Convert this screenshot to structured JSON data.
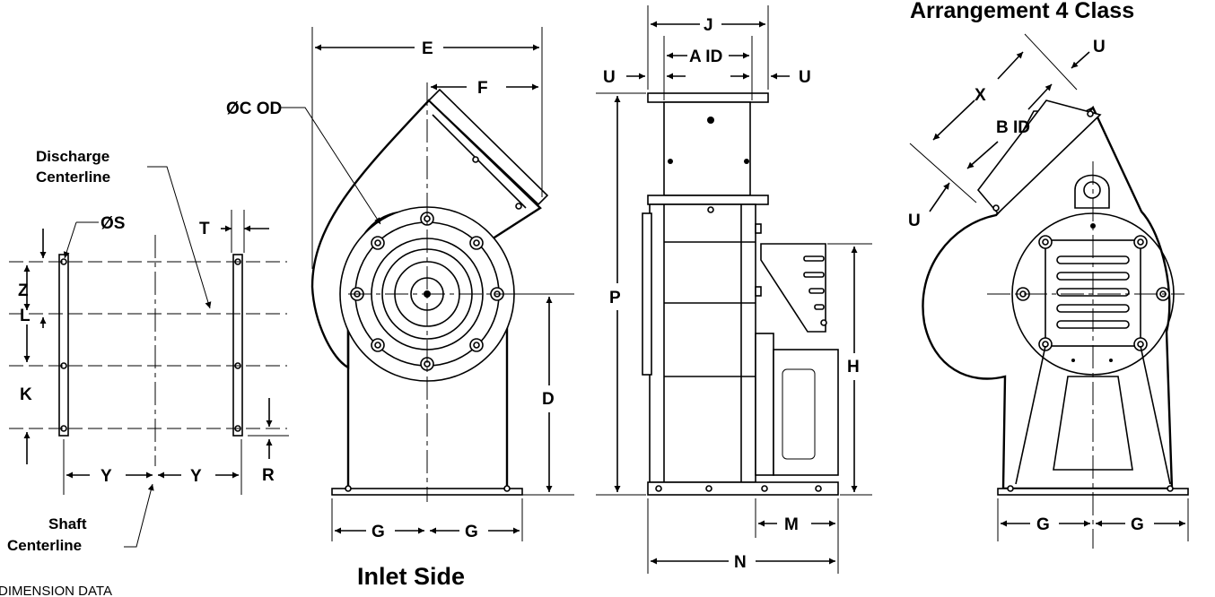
{
  "titles": {
    "top_right": "Arrangement 4 Class",
    "inlet_side": "Inlet Side",
    "bottom_caption": "DIMENSION DATA"
  },
  "callouts": {
    "discharge_centerline_1": "Discharge",
    "discharge_centerline_2": "Centerline",
    "shaft_centerline_1": "Shaft",
    "shaft_centerline_2": "Centerline",
    "dia_s": "ØS",
    "dia_c_od": "ØC OD"
  },
  "dims": {
    "T": "T",
    "Z": "Z",
    "L": "L",
    "K": "K",
    "Y": "Y",
    "R": "R",
    "E": "E",
    "F": "F",
    "D": "D",
    "G": "G",
    "J": "J",
    "A_ID": "A ID",
    "U": "U",
    "P": "P",
    "H": "H",
    "M": "M",
    "N": "N",
    "X": "X",
    "B_ID": "B ID"
  }
}
